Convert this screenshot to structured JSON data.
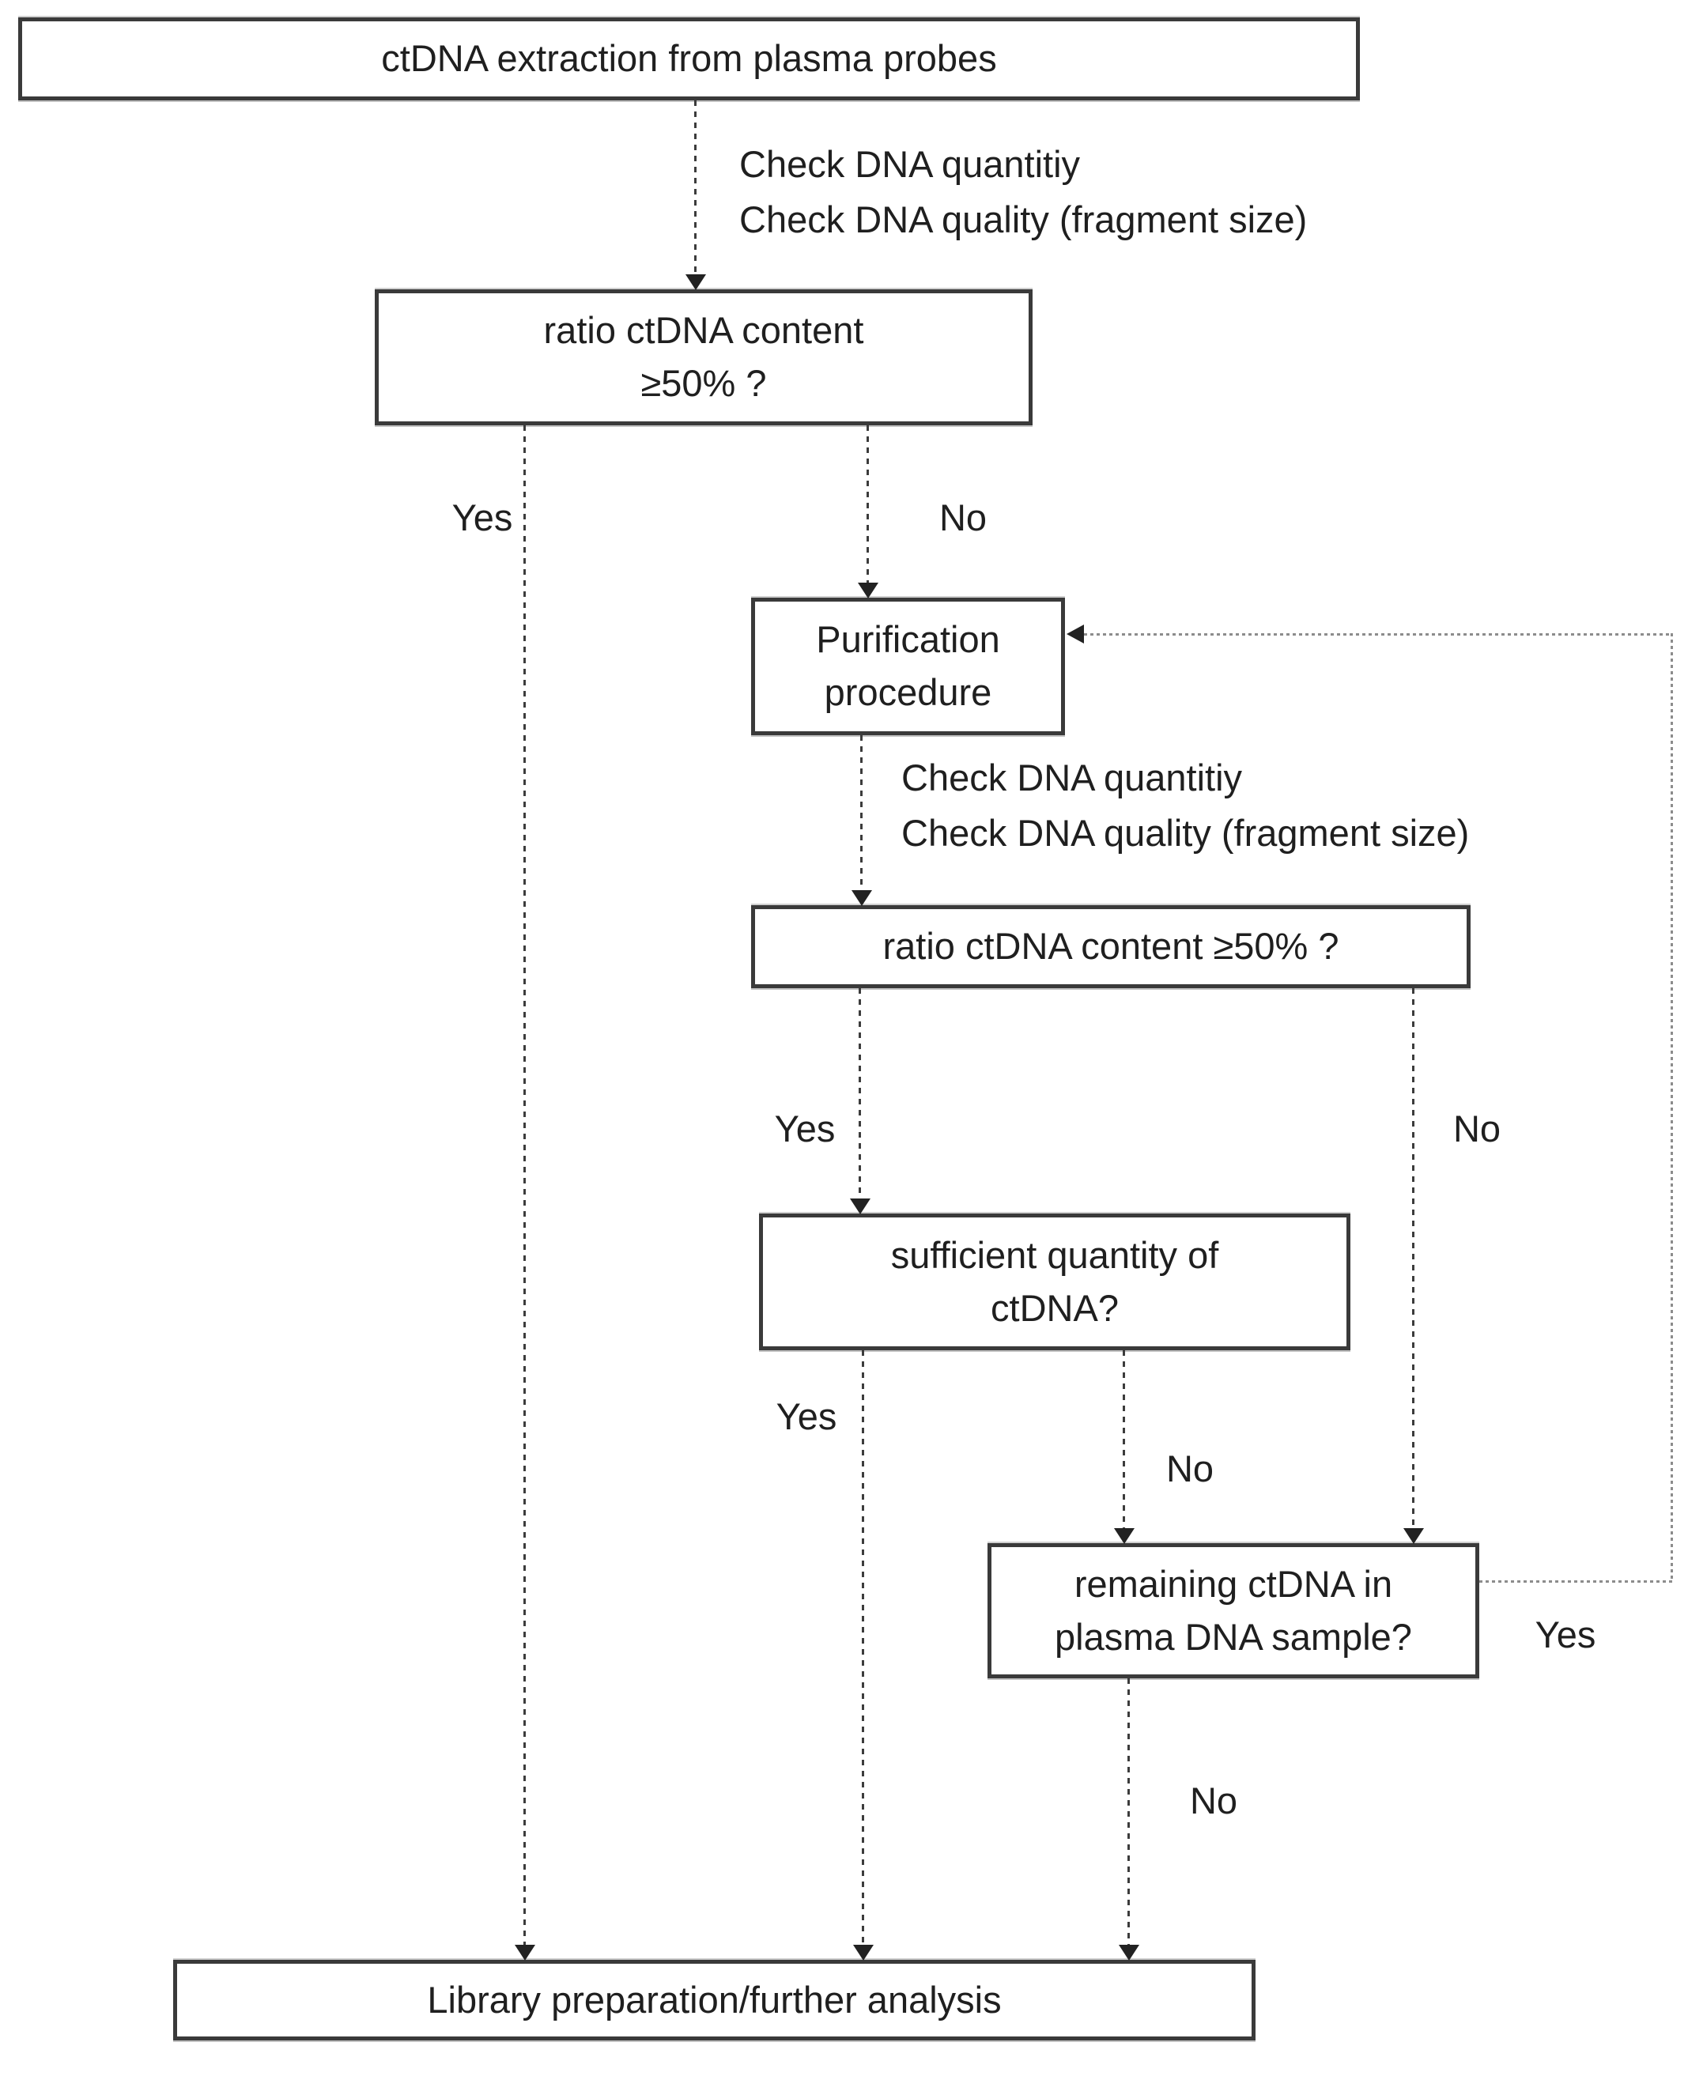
{
  "figure": {
    "type": "flowchart",
    "title": "ctDNA extraction and purification workflow",
    "background": "#ffffff",
    "colors": {
      "box_border": "#3a3a3a",
      "text": "#1f1f1f",
      "connector_dashed": "#3c3c3c",
      "loop_connector_dotted": "#8c8c8c",
      "arrowhead": "#222222"
    }
  },
  "nodes": {
    "extraction": {
      "text": "ctDNA extraction from plasma probes"
    },
    "ratio_check_1": {
      "line1": "ratio ctDNA content",
      "line2": "≥50% ?"
    },
    "purification": {
      "line1": "Purification",
      "line2": "procedure"
    },
    "ratio_check_2": {
      "text": "ratio ctDNA content ≥50% ?"
    },
    "sufficient_quantity": {
      "line1": "sufficient quantity of",
      "line2": "ctDNA?"
    },
    "remaining_ctdna": {
      "line1": "remaining ctDNA in",
      "line2": "plasma DNA sample?"
    },
    "library_prep": {
      "text": "Library preparation/further analysis"
    }
  },
  "edge_labels": {
    "check_after_extraction": {
      "line1": "Check DNA quantitiy",
      "line2": "Check DNA quality (fragment size)"
    },
    "check_after_purification": {
      "line1": "Check DNA quantitiy",
      "line2": "Check DNA quality (fragment size)"
    },
    "ratio1_yes": "Yes",
    "ratio1_no": "No",
    "ratio2_yes": "Yes",
    "ratio2_no": "No",
    "sufficient_yes": "Yes",
    "sufficient_no": "No",
    "remaining_yes": "Yes",
    "remaining_no": "No"
  }
}
